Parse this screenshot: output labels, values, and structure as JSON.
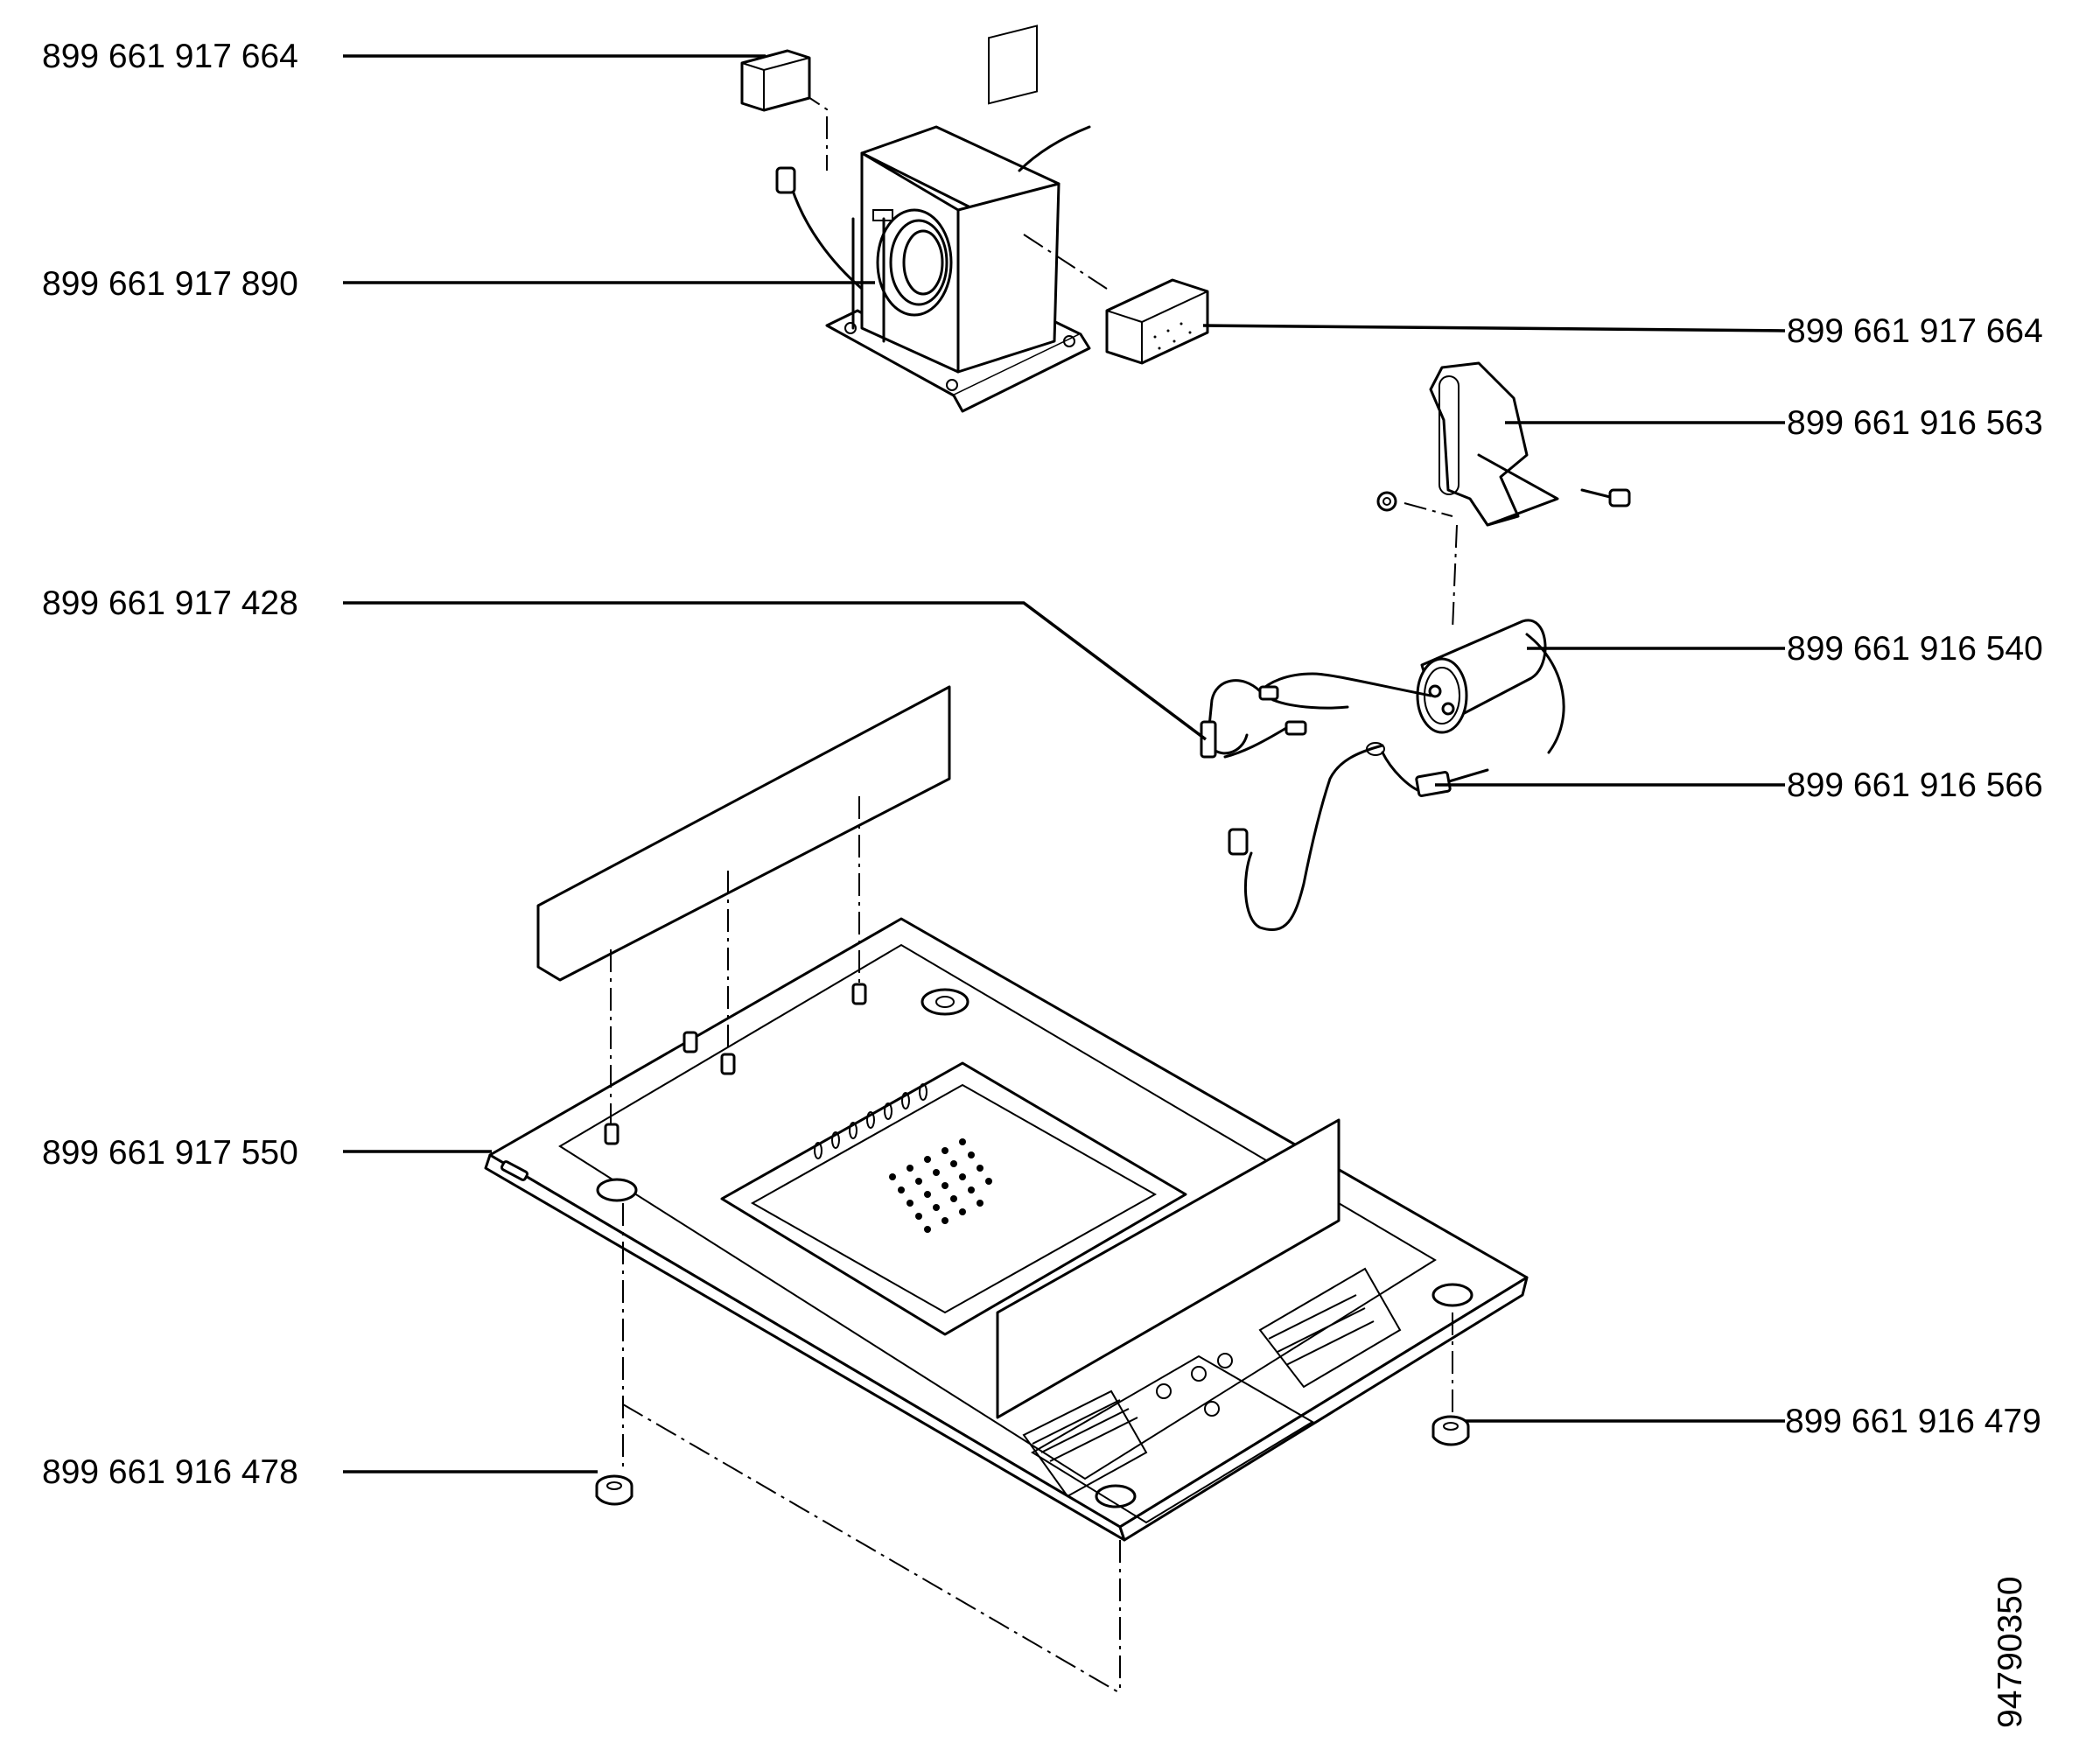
{
  "callouts": [
    {
      "id": "top-left-block",
      "text": "899 661 917 664"
    },
    {
      "id": "transformer",
      "text": "899 661 917 890"
    },
    {
      "id": "right-block",
      "text": "899 661 917 664"
    },
    {
      "id": "bracket",
      "text": "899 661 916 563"
    },
    {
      "id": "fuse-clip",
      "text": "899 661 917 428"
    },
    {
      "id": "capacitor",
      "text": "899 661 916 540"
    },
    {
      "id": "diode",
      "text": "899 661 916 566"
    },
    {
      "id": "base-plate",
      "text": "899 661 917 550"
    },
    {
      "id": "foot-right",
      "text": "899 661 916 479"
    },
    {
      "id": "foot-left",
      "text": "899 661 916 478"
    }
  ],
  "drawing_number": "94790350"
}
